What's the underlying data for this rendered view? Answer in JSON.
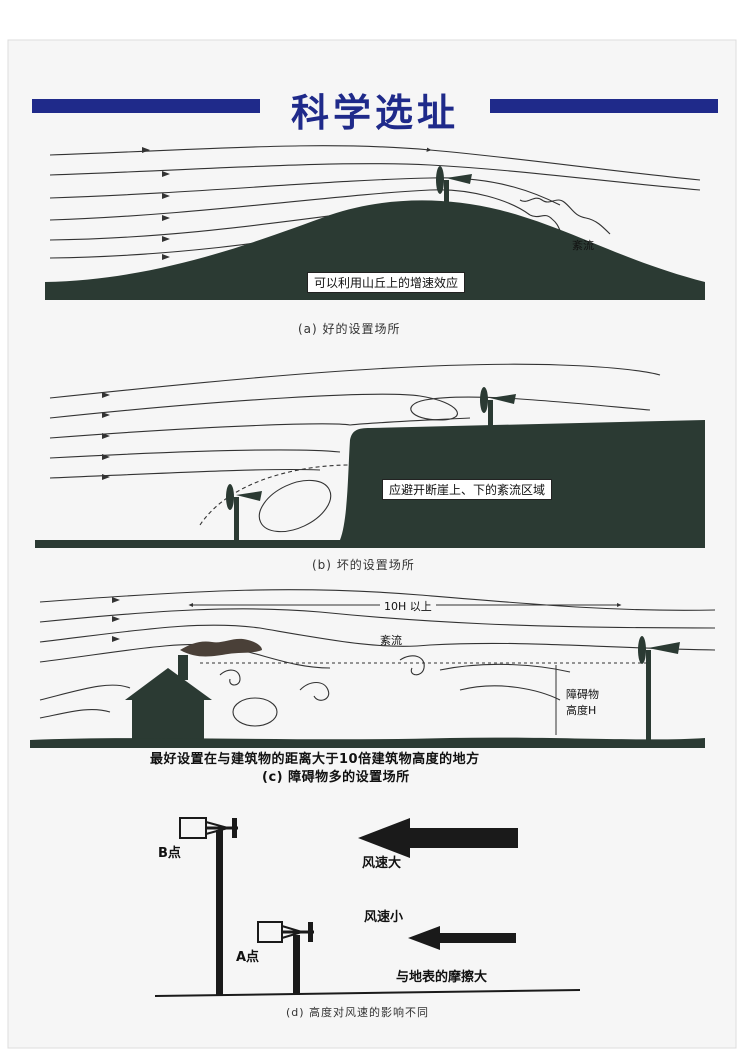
{
  "title": "科学选址",
  "panel_a": {
    "caption": "(a) 好的设置场所",
    "box_label": "可以利用山丘上的增速效应",
    "turbulence_label": "紊流"
  },
  "panel_b": {
    "caption": "(b) 坏的设置场所",
    "box_label": "应避开断崖上、下的紊流区域"
  },
  "panel_c": {
    "distance_label": "10H 以上",
    "turbulence_label": "紊流",
    "height_label_1": "障碍物",
    "height_label_2": "高度H",
    "note": "最好设置在与建筑物的距离大于10倍建筑物高度的地方",
    "caption": "(c) 障碍物多的设置场所"
  },
  "panel_d": {
    "point_b": "B点",
    "point_a": "A点",
    "wind_high": "风速大",
    "wind_low": "风速小",
    "friction": "与地表的摩擦大",
    "caption": "(d)  高度对风速的影响不同"
  },
  "colors": {
    "frame_bg": "#f6f6f6",
    "title_blue": "#1f2a8a",
    "terrain": "#2b3a33",
    "line": "#333333"
  }
}
